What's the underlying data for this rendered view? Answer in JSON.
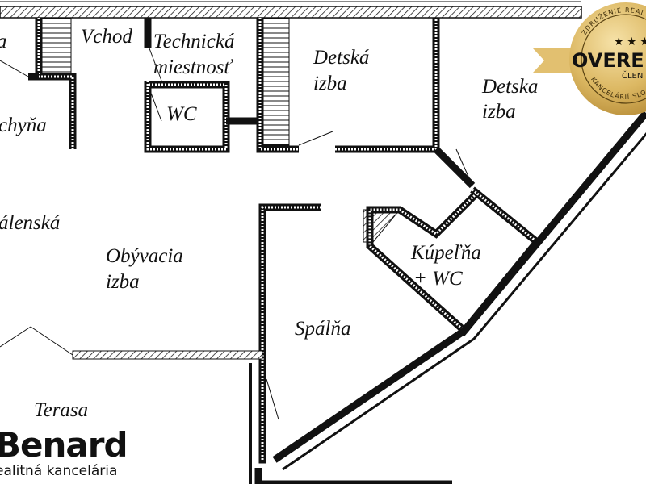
{
  "rooms": {
    "room_a": "a",
    "vchod": "Vchod",
    "technicka_1": "Technická",
    "technicka_2": "miestnosť",
    "detska1_1": "Detská",
    "detska1_2": "izba",
    "detska2_1": "Detska",
    "detska2_2": "izba",
    "wc": "WC",
    "kuchyna": "chyňa",
    "jedalenska": "álenská",
    "obyvacia_1": "Obývacia",
    "obyvacia_2": "izba",
    "kupelna_1": "Kúpeľňa",
    "kupelna_2": "+ WC",
    "spalna": "Spálňa",
    "terasa": "Terasa"
  },
  "badge": {
    "top_text": "ZDRUŽENIE REAL",
    "main": "OVERE",
    "sub": "ČLEN",
    "bottom_text": "KANCELÁRIÍ SLO",
    "color": "#d9b45a"
  },
  "logo": {
    "name": "Benard",
    "tagline": "ealitná kancelária"
  }
}
